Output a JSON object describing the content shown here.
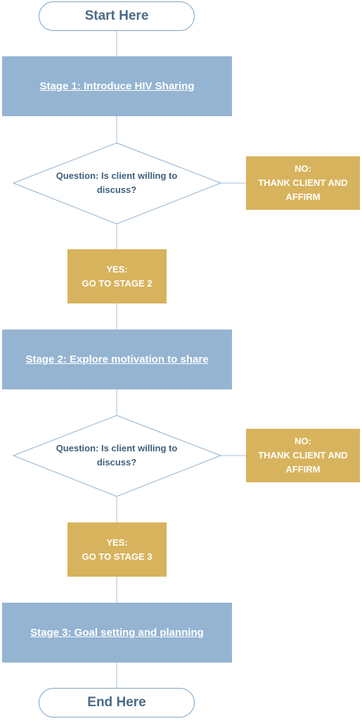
{
  "colors": {
    "stage_fill": "#94b4d2",
    "action_fill": "#d8b35d",
    "terminal_border": "#7fa3c3",
    "line": "#a9c1d8",
    "diamond_border": "#8fb0cd"
  },
  "start": {
    "label": "Start Here"
  },
  "end": {
    "label": "End Here"
  },
  "stages": [
    {
      "label": "Stage 1: Introduce HIV Sharing"
    },
    {
      "label": "Stage 2: Explore motivation to share"
    },
    {
      "label": "Stage 3: Goal setting and planning"
    }
  ],
  "questions": [
    {
      "line1": "Question: Is client willing to",
      "line2": "discuss?"
    },
    {
      "line1": "Question: Is client willing to",
      "line2": "discuss?"
    }
  ],
  "no_boxes": [
    {
      "line1": "NO:",
      "line2": "THANK CLIENT AND",
      "line3": "AFFIRM"
    },
    {
      "line1": "NO:",
      "line2": "THANK CLIENT AND",
      "line3": "AFFIRM"
    }
  ],
  "yes_boxes": [
    {
      "line1": "YES:",
      "line2": "GO TO STAGE 2"
    },
    {
      "line1": "YES:",
      "line2": "GO TO STAGE 3"
    }
  ]
}
